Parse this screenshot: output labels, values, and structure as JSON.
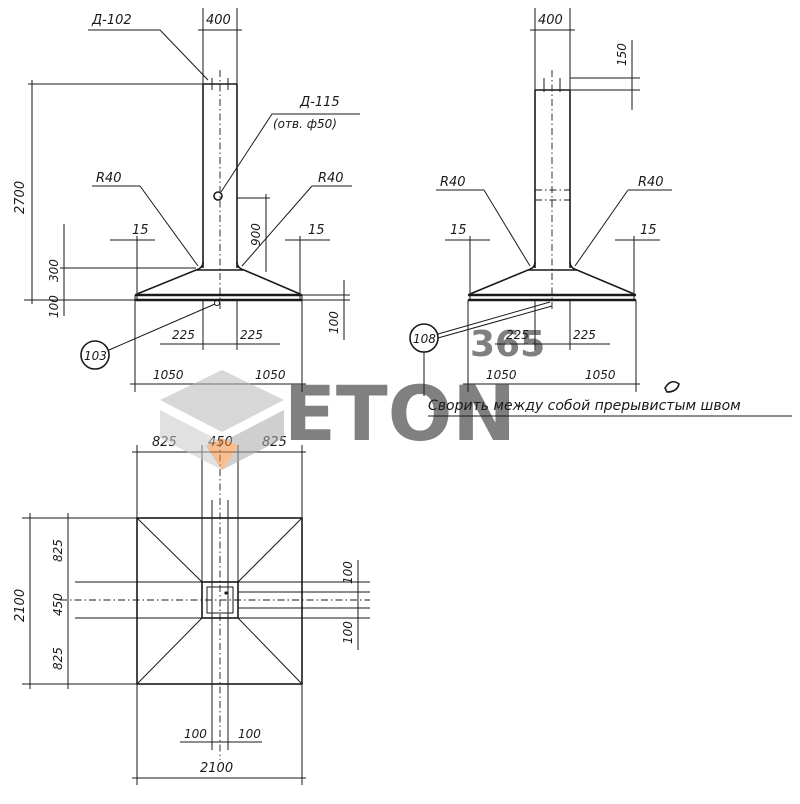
{
  "front_view": {
    "top_width": "400",
    "part_top": "Д-102",
    "part_hole": "Д-115",
    "hole_note": "(отв. ф50)",
    "height_total": "2700",
    "radius_left": "R40",
    "radius_right": "R40",
    "offset_left": "15",
    "offset_right": "15",
    "h_900": "900",
    "h_300": "300",
    "h_100_left": "100",
    "h_100_right": "100",
    "half_left": "225",
    "half_right": "225",
    "base_left": "1050",
    "base_right": "1050",
    "callout": "103"
  },
  "side_view": {
    "top_width": "400",
    "top_offset": "150",
    "radius_left": "R40",
    "radius_right": "R40",
    "offset_left": "15",
    "offset_right": "15",
    "half_left": "225",
    "half_right": "225",
    "base_left": "1050",
    "base_right": "1050",
    "callout": "108",
    "weld_note": "Сворить между собой прерывистым швом"
  },
  "plan_view": {
    "top_left": "825",
    "top_mid": "450",
    "top_right": "825",
    "side_total": "2100",
    "side_top": "825",
    "side_mid": "450",
    "side_bottom": "825",
    "right_top": "100",
    "right_bottom": "100",
    "bottom_left": "100",
    "bottom_right": "100",
    "bottom_total": "2100"
  },
  "watermark": {
    "number": "365",
    "word": "ETON",
    "accent": "#f28c38",
    "gray": "#b8b8b8"
  }
}
